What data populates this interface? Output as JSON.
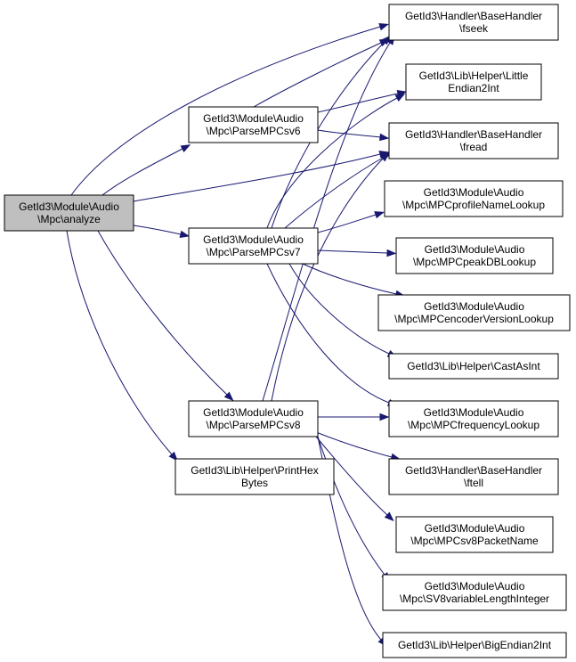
{
  "graph": {
    "nodes": [
      {
        "id": "analyze",
        "lines": [
          "GetId3\\Module\\Audio",
          "\\Mpc\\analyze"
        ],
        "root": true
      },
      {
        "id": "v6",
        "lines": [
          "GetId3\\Module\\Audio",
          "\\Mpc\\ParseMPCsv6"
        ]
      },
      {
        "id": "v7",
        "lines": [
          "GetId3\\Module\\Audio",
          "\\Mpc\\ParseMPCsv7"
        ]
      },
      {
        "id": "v8",
        "lines": [
          "GetId3\\Module\\Audio",
          "\\Mpc\\ParseMPCsv8"
        ]
      },
      {
        "id": "printhex",
        "lines": [
          "GetId3\\Lib\\Helper\\PrintHex",
          "Bytes"
        ]
      },
      {
        "id": "fseek",
        "lines": [
          "GetId3\\Handler\\BaseHandler",
          "\\fseek"
        ]
      },
      {
        "id": "little",
        "lines": [
          "GetId3\\Lib\\Helper\\Little",
          "Endian2Int"
        ]
      },
      {
        "id": "fread",
        "lines": [
          "GetId3\\Handler\\BaseHandler",
          "\\fread"
        ]
      },
      {
        "id": "profile",
        "lines": [
          "GetId3\\Module\\Audio",
          "\\Mpc\\MPCprofileNameLookup"
        ]
      },
      {
        "id": "peak",
        "lines": [
          "GetId3\\Module\\Audio",
          "\\Mpc\\MPCpeakDBLookup"
        ]
      },
      {
        "id": "encoder",
        "lines": [
          "GetId3\\Module\\Audio",
          "\\Mpc\\MPCencoderVersionLookup"
        ]
      },
      {
        "id": "castasint",
        "lines": [
          "GetId3\\Lib\\Helper\\CastAsInt"
        ]
      },
      {
        "id": "freq",
        "lines": [
          "GetId3\\Module\\Audio",
          "\\Mpc\\MPCfrequencyLookup"
        ]
      },
      {
        "id": "ftell",
        "lines": [
          "GetId3\\Handler\\BaseHandler",
          "\\ftell"
        ]
      },
      {
        "id": "packet",
        "lines": [
          "GetId3\\Module\\Audio",
          "\\Mpc\\MPCsv8PacketName"
        ]
      },
      {
        "id": "sv8var",
        "lines": [
          "GetId3\\Module\\Audio",
          "\\Mpc\\SV8variableLengthInteger"
        ]
      },
      {
        "id": "bigendian",
        "lines": [
          "GetId3\\Lib\\Helper\\BigEndian2Int"
        ]
      }
    ],
    "edges": [
      {
        "from": "analyze",
        "to": "fseek"
      },
      {
        "from": "analyze",
        "to": "v6"
      },
      {
        "from": "analyze",
        "to": "fread"
      },
      {
        "from": "analyze",
        "to": "v7"
      },
      {
        "from": "analyze",
        "to": "v8"
      },
      {
        "from": "analyze",
        "to": "printhex"
      },
      {
        "from": "v6",
        "to": "fseek"
      },
      {
        "from": "v6",
        "to": "little"
      },
      {
        "from": "v6",
        "to": "fread"
      },
      {
        "from": "v7",
        "to": "fseek"
      },
      {
        "from": "v7",
        "to": "fread"
      },
      {
        "from": "v7",
        "to": "little"
      },
      {
        "from": "v7",
        "to": "profile"
      },
      {
        "from": "v7",
        "to": "peak"
      },
      {
        "from": "v7",
        "to": "encoder"
      },
      {
        "from": "v7",
        "to": "castasint"
      },
      {
        "from": "v7",
        "to": "freq"
      },
      {
        "from": "v8",
        "to": "fseek"
      },
      {
        "from": "v8",
        "to": "fread"
      },
      {
        "from": "v8",
        "to": "freq"
      },
      {
        "from": "v8",
        "to": "ftell"
      },
      {
        "from": "v8",
        "to": "packet"
      },
      {
        "from": "v8",
        "to": "sv8var"
      },
      {
        "from": "v8",
        "to": "bigendian"
      }
    ],
    "colors": {
      "edge": "#191970",
      "root_fill": "#bfbfbf",
      "node_fill": "#ffffff",
      "border": "#000000"
    }
  }
}
